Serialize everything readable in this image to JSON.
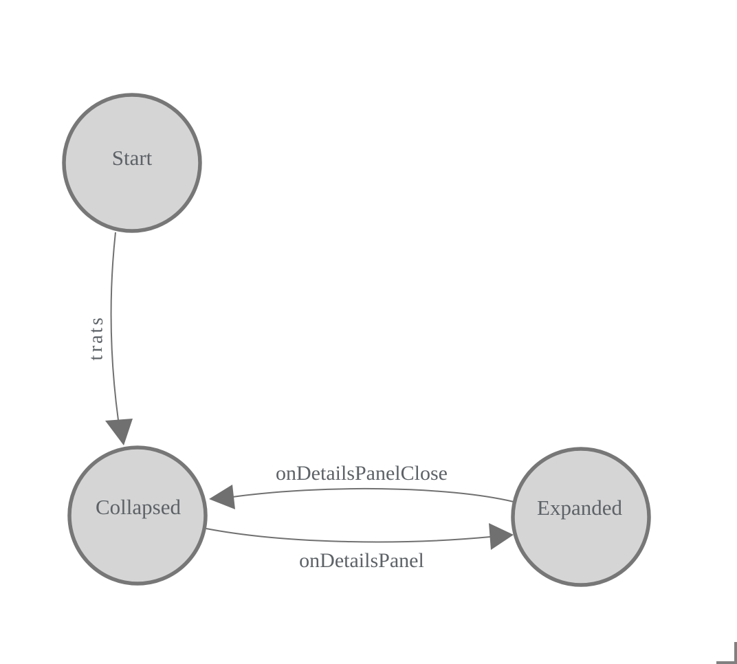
{
  "diagram": {
    "type": "state-machine",
    "nodes": [
      {
        "id": "start",
        "label": "Start"
      },
      {
        "id": "collapsed",
        "label": "Collapsed"
      },
      {
        "id": "expanded",
        "label": "Expanded"
      }
    ],
    "edges": [
      {
        "id": "start-transition",
        "from": "Start",
        "to": "Collapsed",
        "label": "start",
        "label_orientation": "vertical"
      },
      {
        "id": "on-details-panel",
        "from": "Collapsed",
        "to": "Expanded",
        "label": "onDetailsPanel",
        "label_orientation": "horizontal"
      },
      {
        "id": "on-details-panel-close",
        "from": "Expanded",
        "to": "Collapsed",
        "label": "onDetailsPanelClose",
        "label_orientation": "horizontal"
      }
    ],
    "colors": {
      "background": "#ffffff",
      "node_fill": "#d5d5d5",
      "node_border": "#777777",
      "edge_line": "#707070",
      "arrowhead": "#707070",
      "text": "#5d6267",
      "resize_corner": "#808080"
    }
  }
}
